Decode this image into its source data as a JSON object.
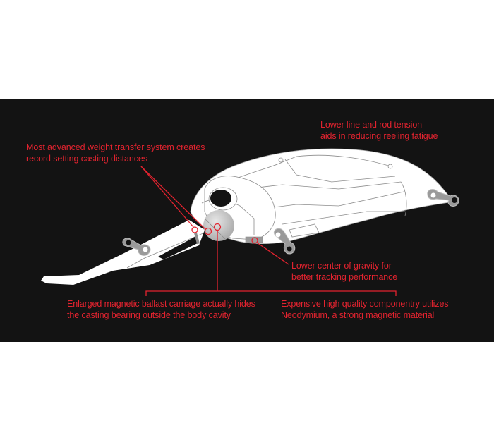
{
  "colors": {
    "background": "#ffffff",
    "panel": "#131313",
    "accent": "#e3232f",
    "lure_body": "#ffffff",
    "lure_outline": "#8c8c8c",
    "ball": "#bdbdbd"
  },
  "callouts": {
    "weight_transfer": {
      "line1": "Most advanced weight transfer system creates",
      "line2": "record setting casting distances"
    },
    "line_tension": {
      "line1": "Lower line and rod tension",
      "line2": "aids in reducing reeling fatigue"
    },
    "center_gravity": {
      "line1": "Lower center of gravity for",
      "line2": "better tracking performance"
    },
    "ballast_carriage": {
      "line1": "Enlarged magnetic ballast carriage actually hides",
      "line2": "the casting bearing outside the body cavity"
    },
    "neodymium": {
      "line1": "Expensive high quality componentry utilizes",
      "line2": "Neodymium, a strong magnetic material"
    }
  }
}
